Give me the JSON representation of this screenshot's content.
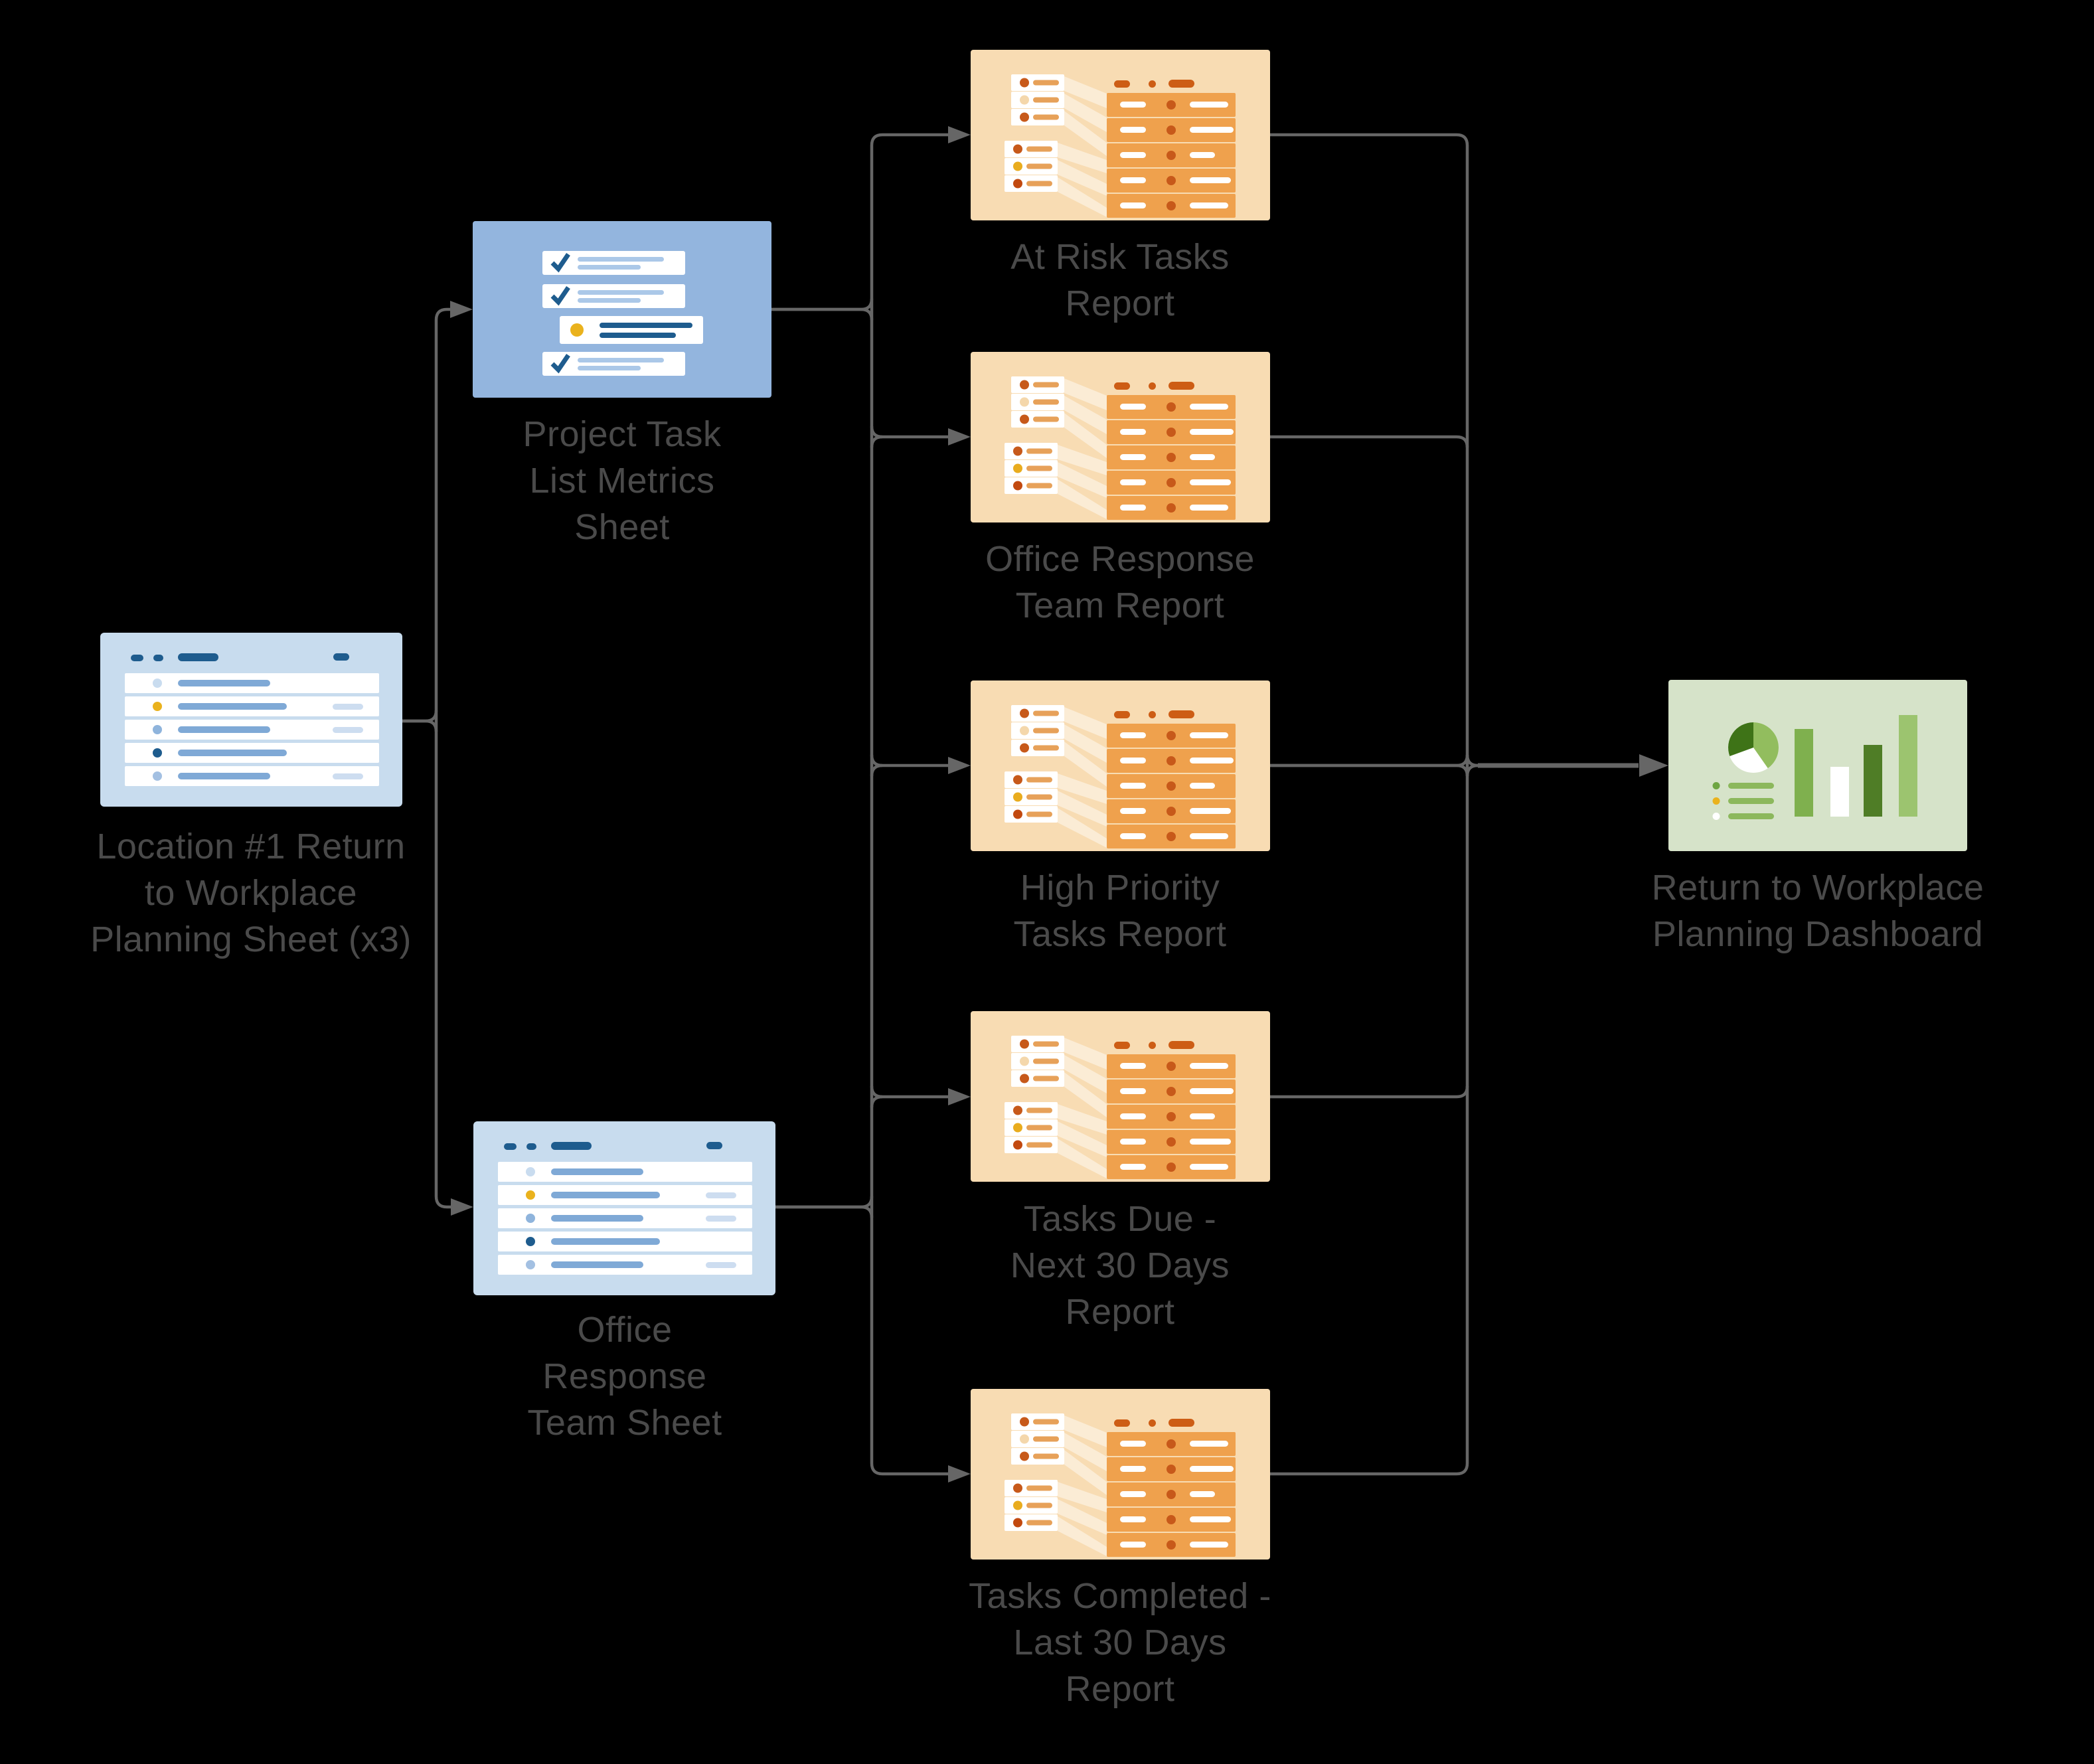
{
  "title": "Return to Workplace data flow diagram",
  "nodes": {
    "location_sheet": {
      "type": "sheet",
      "lines": [
        "Location #1 Return",
        "to Workplace",
        "Planning Sheet (x3)"
      ]
    },
    "project_task_sheet": {
      "type": "checklist",
      "lines": [
        "Project Task",
        "List Metrics",
        "Sheet"
      ]
    },
    "office_team_sheet": {
      "type": "sheet",
      "lines": [
        "Office",
        "Response",
        "Team Sheet"
      ]
    },
    "at_risk_report": {
      "type": "report",
      "lines": [
        "At Risk Tasks",
        "Report"
      ]
    },
    "office_team_report": {
      "type": "report",
      "lines": [
        "Office Response",
        "Team Report"
      ]
    },
    "high_priority_report": {
      "type": "report",
      "lines": [
        "High Priority",
        "Tasks Report"
      ]
    },
    "tasks_due_report": {
      "type": "report",
      "lines": [
        "Tasks Due -",
        "Next 30 Days",
        "Report"
      ]
    },
    "tasks_completed_report": {
      "type": "report",
      "lines": [
        "Tasks Completed -",
        "Last 30 Days",
        "Report"
      ]
    },
    "dashboard": {
      "type": "dashboard",
      "lines": [
        "Return to Workplace",
        "Planning Dashboard"
      ]
    }
  },
  "colors": {
    "background": "#000000",
    "connector": "#666666",
    "label_text": "#4a4a4a",
    "sheet_bg": "#c8dcee",
    "sheet_accent": "#1e5c8e",
    "sheet_bar": "#7fa9d6",
    "sheet_bar_light": "#cdddf0",
    "yellow": "#eab21d",
    "checklist_bg": "#93b5de",
    "checklist_line": "#abc8e8",
    "report_bg": "#f8dcb3",
    "report_row": "#efa14d",
    "report_accent": "#c7591a",
    "report_header": "#cd5d15",
    "report_card_bar": "#e7a159",
    "dashboard_bg": "#d6e3c9",
    "dash_green_mid": "#7fb04e",
    "dash_green_dark": "#4f7d26",
    "dash_green_light": "#9cc46f",
    "dash_bullet_bar": "#8cb85c",
    "dash_bullet_dot": "#6ea542",
    "pie_dark": "#3e7317",
    "pie_light": "#92bd5e"
  }
}
